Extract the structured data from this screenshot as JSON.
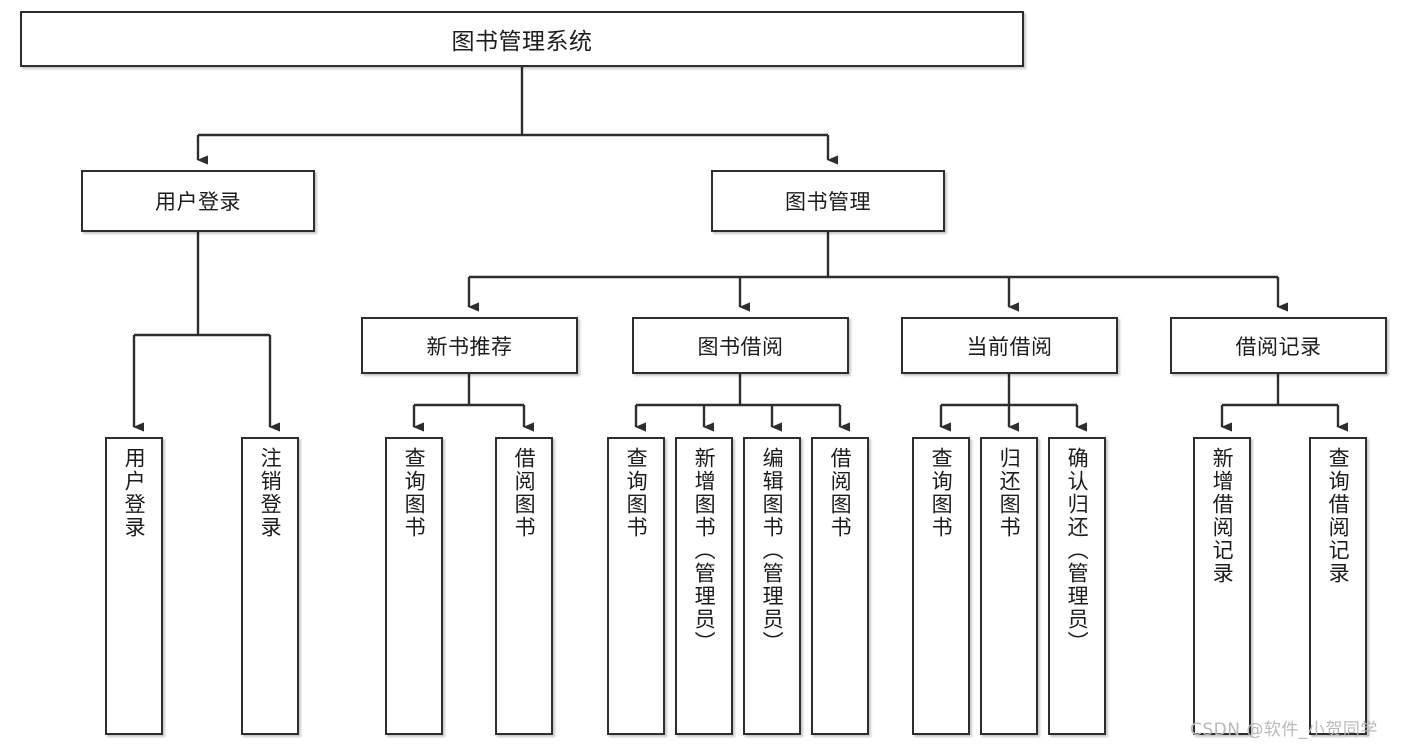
{
  "diagram": {
    "title": "图书管理系统",
    "type": "hierarchy-tree",
    "root": {
      "label": "图书管理系统"
    },
    "level2": [
      {
        "label": "用户登录"
      },
      {
        "label": "图书管理"
      }
    ],
    "level3": [
      {
        "label": "新书推荐"
      },
      {
        "label": "图书借阅"
      },
      {
        "label": "当前借阅"
      },
      {
        "label": "借阅记录"
      }
    ],
    "leaves": {
      "user_login": [
        {
          "label": "用户登录"
        },
        {
          "label": "注销登录"
        }
      ],
      "new_book_recommend": [
        {
          "label": "查询图书"
        },
        {
          "label": "借阅图书"
        }
      ],
      "book_borrow": [
        {
          "label": "查询图书"
        },
        {
          "label": "新增图书（管理员）"
        },
        {
          "label": "编辑图书（管理员）"
        },
        {
          "label": "借阅图书"
        }
      ],
      "current_borrow": [
        {
          "label": "查询图书"
        },
        {
          "label": "归还图书"
        },
        {
          "label": "确认归还（管理员）"
        }
      ],
      "borrow_record": [
        {
          "label": "新增借阅记录"
        },
        {
          "label": "查询借阅记录"
        }
      ]
    }
  },
  "watermark": {
    "text": "CSDN @软件_小贺同学"
  },
  "colors": {
    "border": "#2e2e2e",
    "background": "#ffffff",
    "text": "#1c1c1c",
    "watermark": "#b9b9b9"
  }
}
